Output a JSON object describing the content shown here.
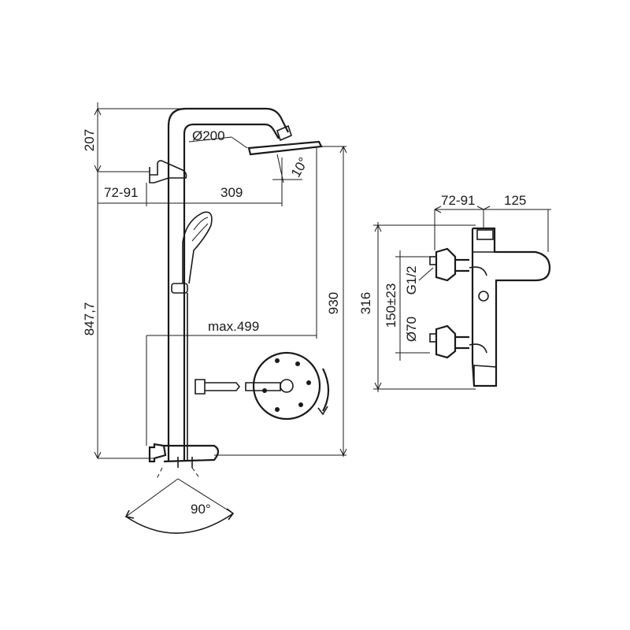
{
  "drawing": {
    "dimensions": {
      "head_rise": "207",
      "head_diameter": "Ø200",
      "head_tilt": "10°",
      "bracket_offset_left": "72-91",
      "arm_projection": "309",
      "column_height": "847,7",
      "overall_height": "930",
      "hose_reach": "max.499",
      "swivel_angle": "90°",
      "mixer_offset": "72-91",
      "mixer_depth": "125",
      "mixer_height": "316",
      "inlet_centres": "150±23",
      "thread": "G1/2",
      "escutcheon_diameter": "Ø70"
    }
  }
}
